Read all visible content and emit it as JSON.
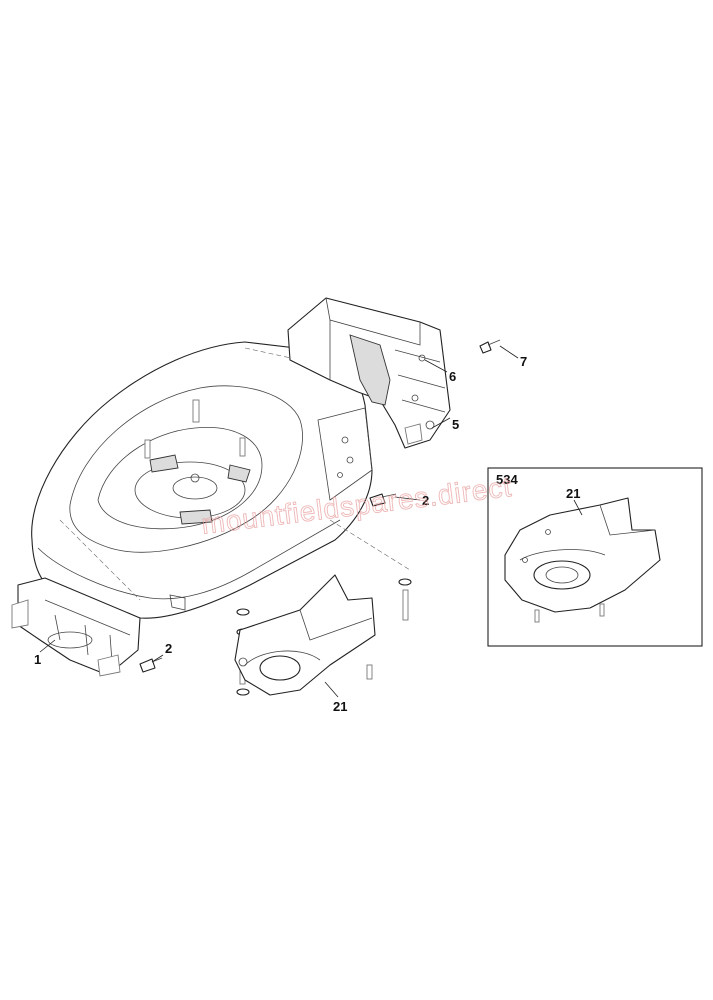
{
  "callouts": {
    "c1": "1",
    "c2a": "2",
    "c2b": "2",
    "c5": "5",
    "c6": "6",
    "c7": "7",
    "c21a": "21",
    "c21b": "21",
    "c534": "534"
  },
  "watermark": "mountfieldspares.direct",
  "colors": {
    "line": "#222222",
    "watermark": "#e9a0a0",
    "background": "#ffffff"
  }
}
